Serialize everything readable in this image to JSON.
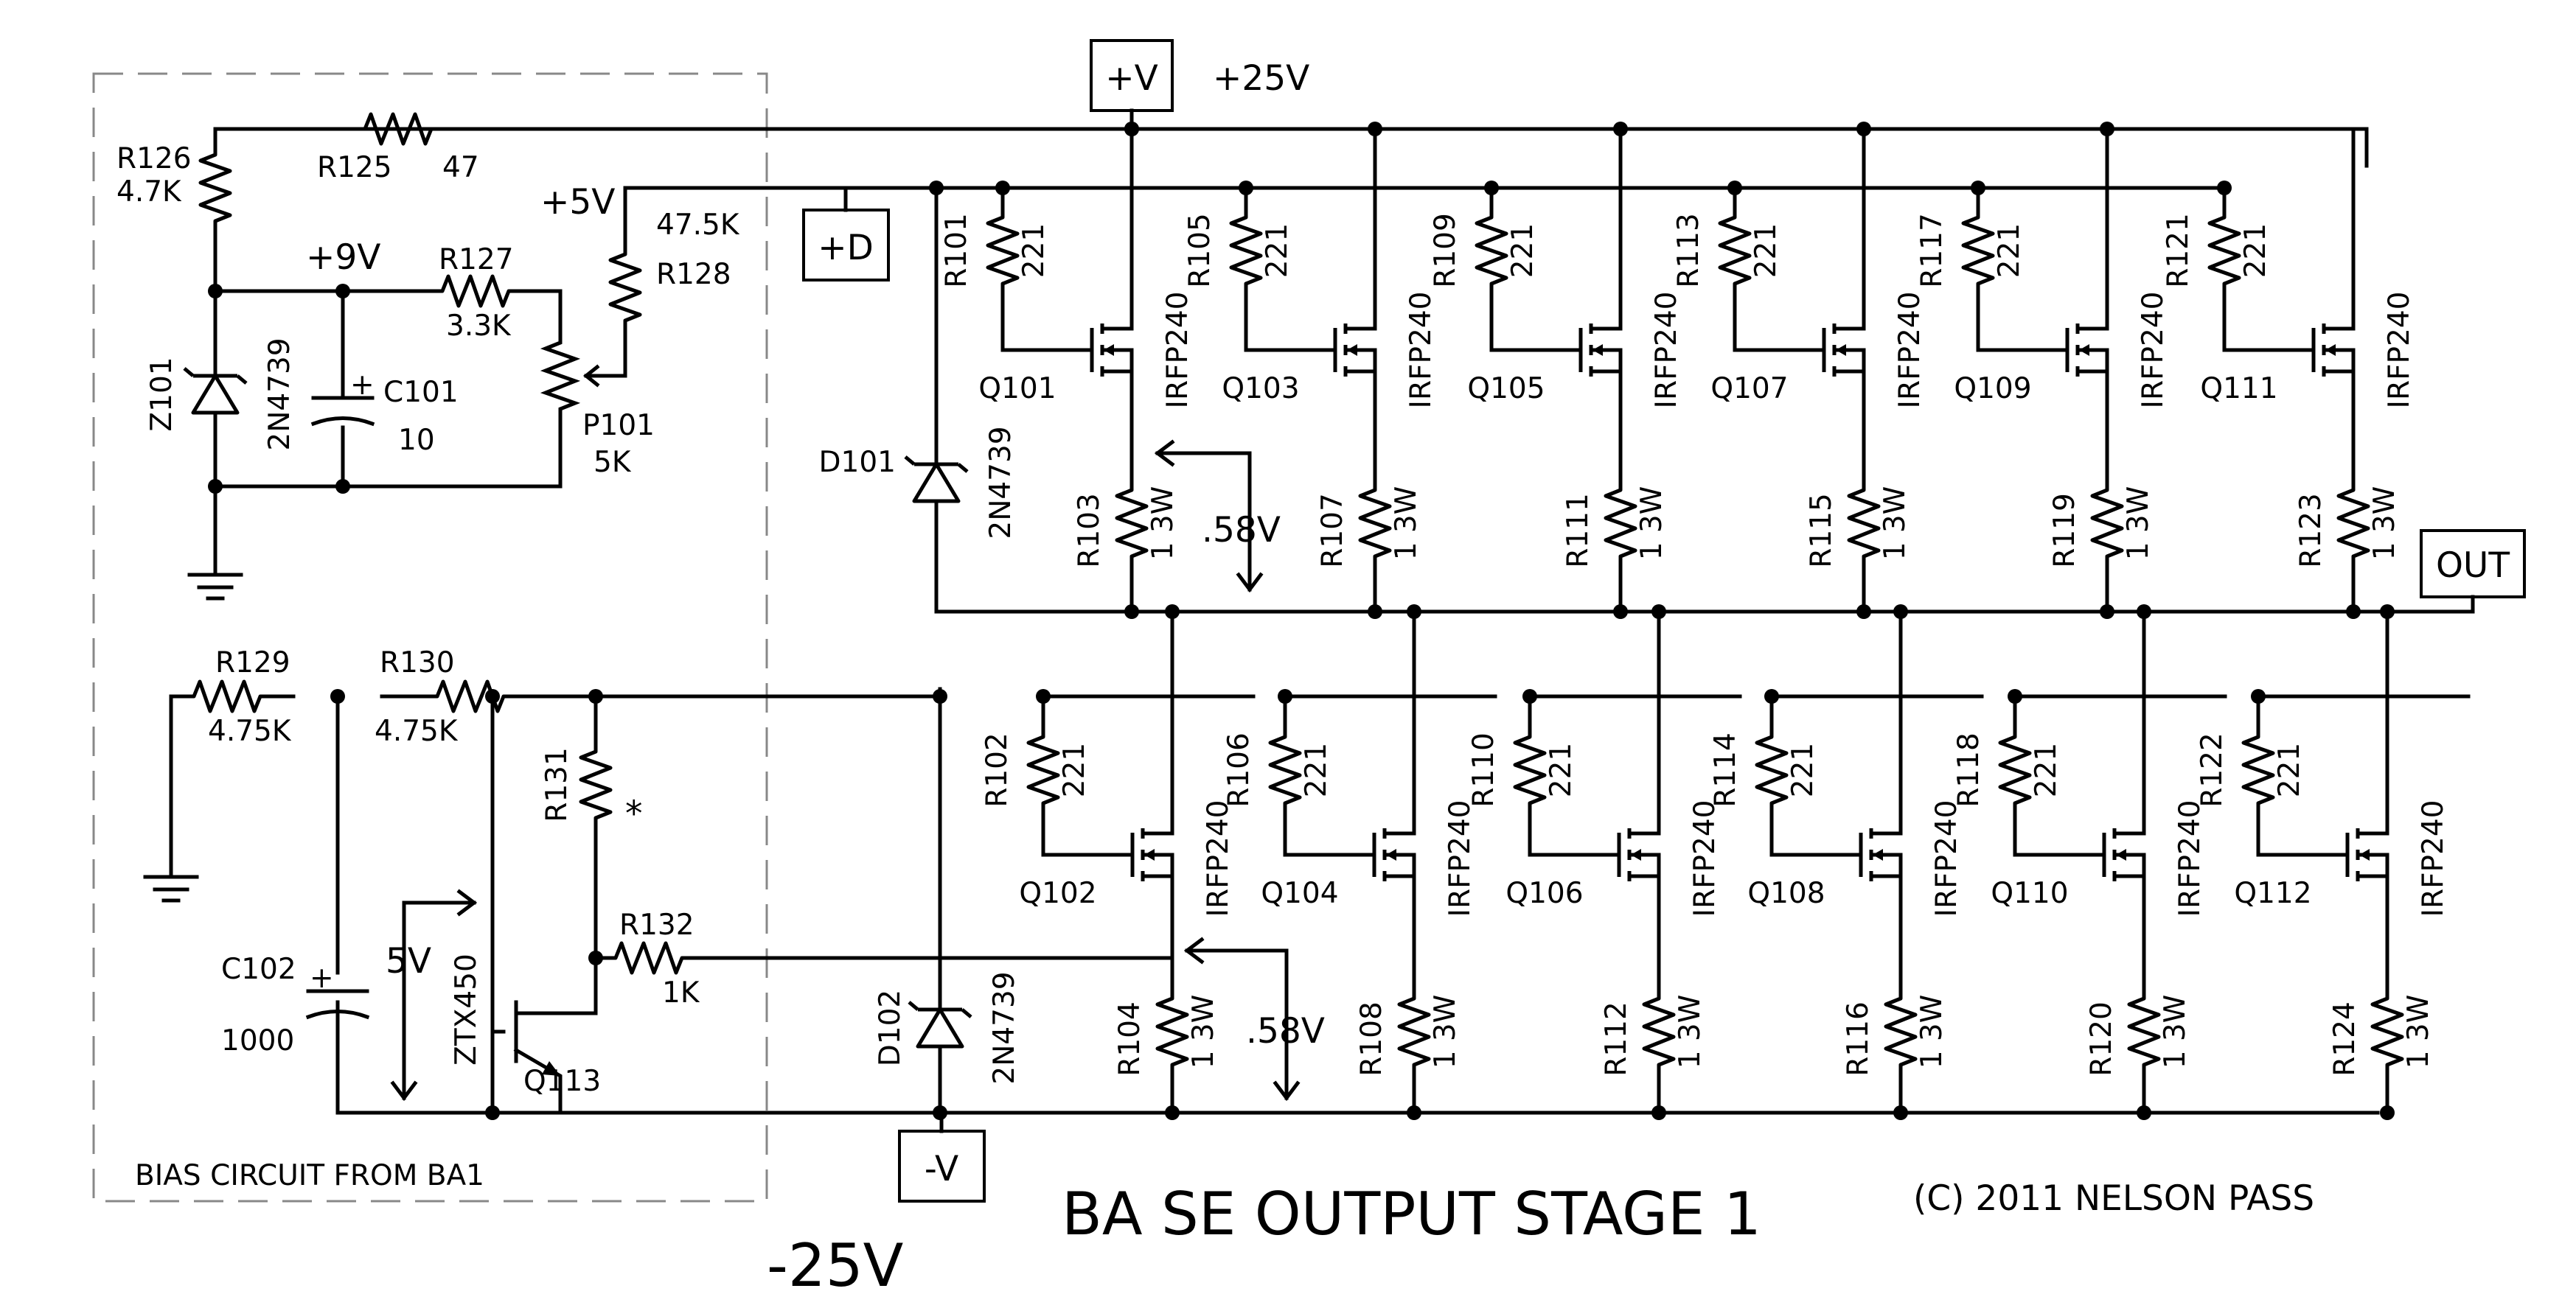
{
  "title": "BA SE OUTPUT STAGE 1",
  "copyright": "(C) 2011 NELSON PASS",
  "bias_caption": "BIAS CIRCUIT FROM BA1",
  "rails": {
    "pos_box": "+V",
    "pos_value": "+25V",
    "neg_box": "-V",
    "neg_value": "-25V",
    "drive_box": "+D",
    "out_box": "OUT"
  },
  "nodes": {
    "plus9v": "+9V",
    "plus5v": "+5V",
    "star": "*"
  },
  "voltages": {
    "bias_top": ".58V",
    "bias_bottom": ".58V",
    "ctrl": "5V"
  },
  "bias_parts": {
    "r125": "R125",
    "r125_val": "47",
    "r126": "R126",
    "r126_val": "4.7K",
    "r127": "R127",
    "r127_val": "3.3K",
    "r128": "R128",
    "r128_val": "47.5K",
    "p101": "P101",
    "p101_val": "5K",
    "z101": "Z101",
    "z101_val": "2N4739",
    "c101": "C101",
    "c101_val": "10",
    "r129": "R129",
    "r129_val": "4.75K",
    "r130": "R130",
    "r130_val": "4.75K",
    "r131": "R131",
    "r132": "R132",
    "r132_val": "1K",
    "c102": "C102",
    "c102_val": "1000",
    "q113": "Q113",
    "q113_val": "ZTX450"
  },
  "diodes": [
    {
      "name": "D101",
      "val": "2N4739"
    },
    {
      "name": "D102",
      "val": "2N4739"
    }
  ],
  "polarity": {
    "plus": "+"
  },
  "top_stages": [
    {
      "gate_r": "R101",
      "gate_val": "221",
      "q": "Q101",
      "q_val": "IRFP240",
      "src_r": "R103",
      "src_val": "1 3W"
    },
    {
      "gate_r": "R105",
      "gate_val": "221",
      "q": "Q103",
      "q_val": "IRFP240",
      "src_r": "R107",
      "src_val": "1 3W"
    },
    {
      "gate_r": "R109",
      "gate_val": "221",
      "q": "Q105",
      "q_val": "IRFP240",
      "src_r": "R111",
      "src_val": "1 3W"
    },
    {
      "gate_r": "R113",
      "gate_val": "221",
      "q": "Q107",
      "q_val": "IRFP240",
      "src_r": "R115",
      "src_val": "1 3W"
    },
    {
      "gate_r": "R117",
      "gate_val": "221",
      "q": "Q109",
      "q_val": "IRFP240",
      "src_r": "R119",
      "src_val": "1 3W"
    },
    {
      "gate_r": "R121",
      "gate_val": "221",
      "q": "Q111",
      "q_val": "IRFP240",
      "src_r": "R123",
      "src_val": "1 3W"
    }
  ],
  "bottom_stages": [
    {
      "gate_r": "R102",
      "gate_val": "221",
      "q": "Q102",
      "q_val": "IRFP240",
      "src_r": "R104",
      "src_val": "1 3W"
    },
    {
      "gate_r": "R106",
      "gate_val": "221",
      "q": "Q104",
      "q_val": "IRFP240",
      "src_r": "R108",
      "src_val": "1 3W"
    },
    {
      "gate_r": "R110",
      "gate_val": "221",
      "q": "Q106",
      "q_val": "IRFP240",
      "src_r": "R112",
      "src_val": "1 3W"
    },
    {
      "gate_r": "R114",
      "gate_val": "221",
      "q": "Q108",
      "q_val": "IRFP240",
      "src_r": "R116",
      "src_val": "1 3W"
    },
    {
      "gate_r": "R118",
      "gate_val": "221",
      "q": "Q110",
      "q_val": "IRFP240",
      "src_r": "R120",
      "src_val": "1 3W"
    },
    {
      "gate_r": "R122",
      "gate_val": "221",
      "q": "Q112",
      "q_val": "IRFP240",
      "src_r": "R124",
      "src_val": "1 3W"
    }
  ]
}
